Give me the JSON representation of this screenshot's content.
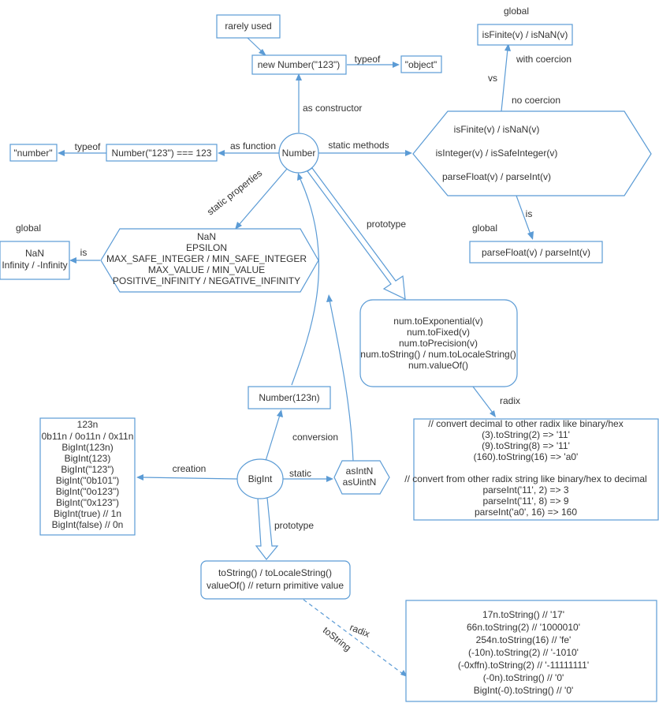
{
  "nodes": {
    "rarely_used": "rarely used",
    "new_number": "new Number(\"123\")",
    "object_type": "\"object\"",
    "number": "Number",
    "number_fn": "Number(\"123\") === 123",
    "number_type": "\"number\"",
    "global_box": "isFinite(v) / isNaN(v)",
    "static_methods": [
      "isFinite(v) / isNaN(v)",
      "isInteger(v) / isSafeInteger(v)",
      "parseFloat(v) / parseInt(v)"
    ],
    "global_parse": "parseFloat(v) / parseInt(v)",
    "global_values": [
      "NaN",
      "Infinity / -Infinity"
    ],
    "static_props": [
      "NaN",
      "EPSILON",
      "MAX_SAFE_INTEGER / MIN_SAFE_INTEGER",
      "MAX_VALUE / MIN_VALUE",
      "POSITIVE_INFINITY / NEGATIVE_INFINITY"
    ],
    "num_proto": [
      "num.toExponential(v)",
      "num.toFixed(v)",
      "num.toPrecision(v)",
      "num.toString() / num.toLocaleString()",
      "num.valueOf()"
    ],
    "radix_box": [
      "// convert decimal to other radix like binary/hex",
      "(3).toString(2) => '11'",
      "(9).toString(8) => '11'",
      "(160).toString(16) => 'a0'",
      "",
      "// convert from other radix string like binary/hex to decimal",
      "parseInt('11', 2) => 3",
      "parseInt('11', 8) => 9",
      "parseInt('a0', 16) => 160"
    ],
    "number_123n": "Number(123n)",
    "bigint_creation": [
      "123n",
      "0b11n / 0o11n / 0x11n",
      "BigInt(123n)",
      "BigInt(123)",
      "BigInt(\"123\")",
      "BigInt(\"0b101\")",
      "BigInt(\"0o123\")",
      "BigInt(\"0x123\")",
      "BigInt(true) // 1n",
      "BigInt(false) // 0n"
    ],
    "bigint": "BigInt",
    "as_int": [
      "asIntN",
      "asUintN"
    ],
    "bigint_proto": [
      "toString() / toLocaleString()",
      "valueOf() // return primitive value"
    ],
    "bigint_tostring": [
      "17n.toString()  // '17'",
      "66n.toString(2) // '1000010'",
      "254n.toString(16) // 'fe'",
      "(-10n).toString(2) // '-1010'",
      "(-0xffn).toString(2) // '-11111111'",
      "(-0n).toString() // '0'",
      "BigInt(-0).toString() // '0'"
    ]
  },
  "labels": {
    "typeof_1": "typeof",
    "typeof_2": "typeof",
    "as_constructor": "as constructor",
    "as_function": "as function",
    "static_methods": "static methods",
    "global_1": "global",
    "global_2": "global",
    "global_3": "global",
    "with_coercion": "with coercion",
    "vs": "vs",
    "no_coercion": "no coercion",
    "is_1": "is",
    "is_2": "is",
    "static_properties": "static properties",
    "prototype_1": "prototype",
    "radix_1": "radix",
    "conversion": "conversion",
    "creation": "creation",
    "static": "static",
    "prototype_2": "prototype",
    "radix_2": "radix",
    "tostring": "toString"
  }
}
